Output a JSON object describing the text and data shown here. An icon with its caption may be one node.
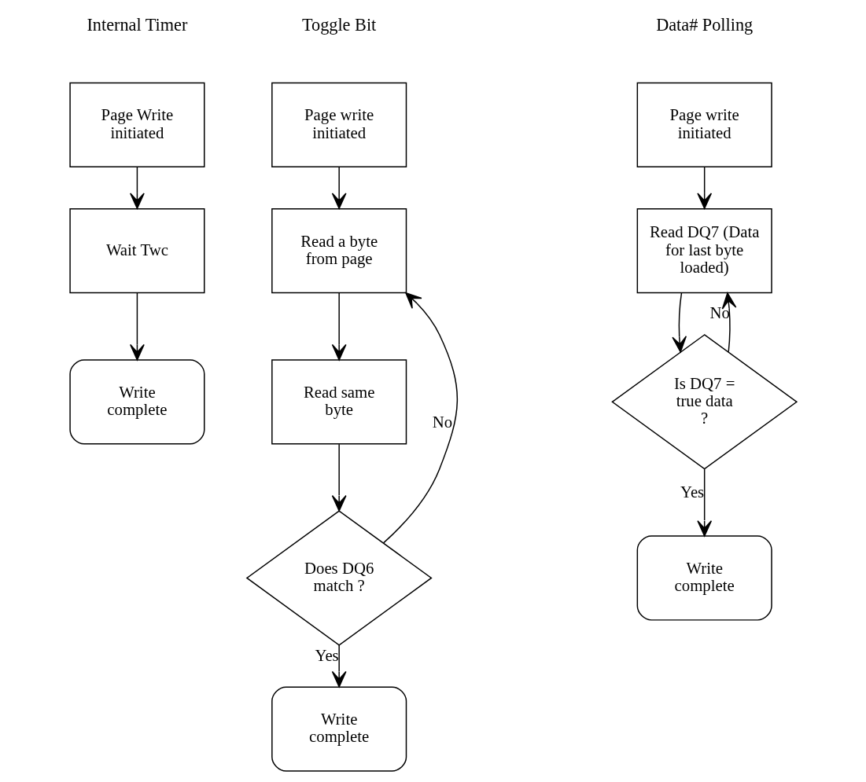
{
  "diagram": {
    "nodes": [
      {
        "text": [
          "Page Write initiated"
        ]
      },
      {
        "text": [
          "Wait Twc"
        ]
      },
      {
        "text": [
          "Write complete"
        ]
      },
      {
        "text": [
          "Page write initiated"
        ]
      },
      {
        "text": [
          "Read a byte from page"
        ]
      },
      {
        "text": [
          "Read same byte"
        ]
      },
      {
        "text": [
          "Does DQ6 match ?"
        ]
      },
      {
        "text": [
          "Write complete"
        ]
      },
      {
        "text": [
          "Page write initiated"
        ]
      },
      {
        "text": [
          "Read DQ7 (Data for last byte loaded)"
        ]
      },
      {
        "text": [
          "Is DQ7 = true data ?"
        ]
      },
      {
        "text": [
          "Write complete"
        ]
      }
    ],
    "edges": [
      {
        "from": 0,
        "to": 1,
        "arrow": "to"
      },
      {
        "from": 1,
        "to": 2,
        "arrow": "to"
      },
      {
        "from": 3,
        "to": 4,
        "arrow": "to"
      },
      {
        "from": 4,
        "to": 5,
        "arrow": "to"
      },
      {
        "from": 5,
        "to": 6,
        "arrow": "to"
      },
      {
        "from": 6,
        "to": 4,
        "arrow": "to",
        "label": "No"
      },
      {
        "from": 6,
        "to": 7,
        "arrow": "to",
        "label": "Yes"
      },
      {
        "from": 8,
        "to": 9,
        "arrow": "to"
      },
      {
        "from": 9,
        "to": 10,
        "arrow": "to"
      },
      {
        "from": 10,
        "to": 9,
        "arrow": "to",
        "label": "No"
      },
      {
        "from": 10,
        "to": 11,
        "arrow": "to",
        "label": "Yes"
      }
    ],
    "labels": [
      "Internal Timer",
      "Toggle Bit",
      "Data# Polling"
    ]
  }
}
